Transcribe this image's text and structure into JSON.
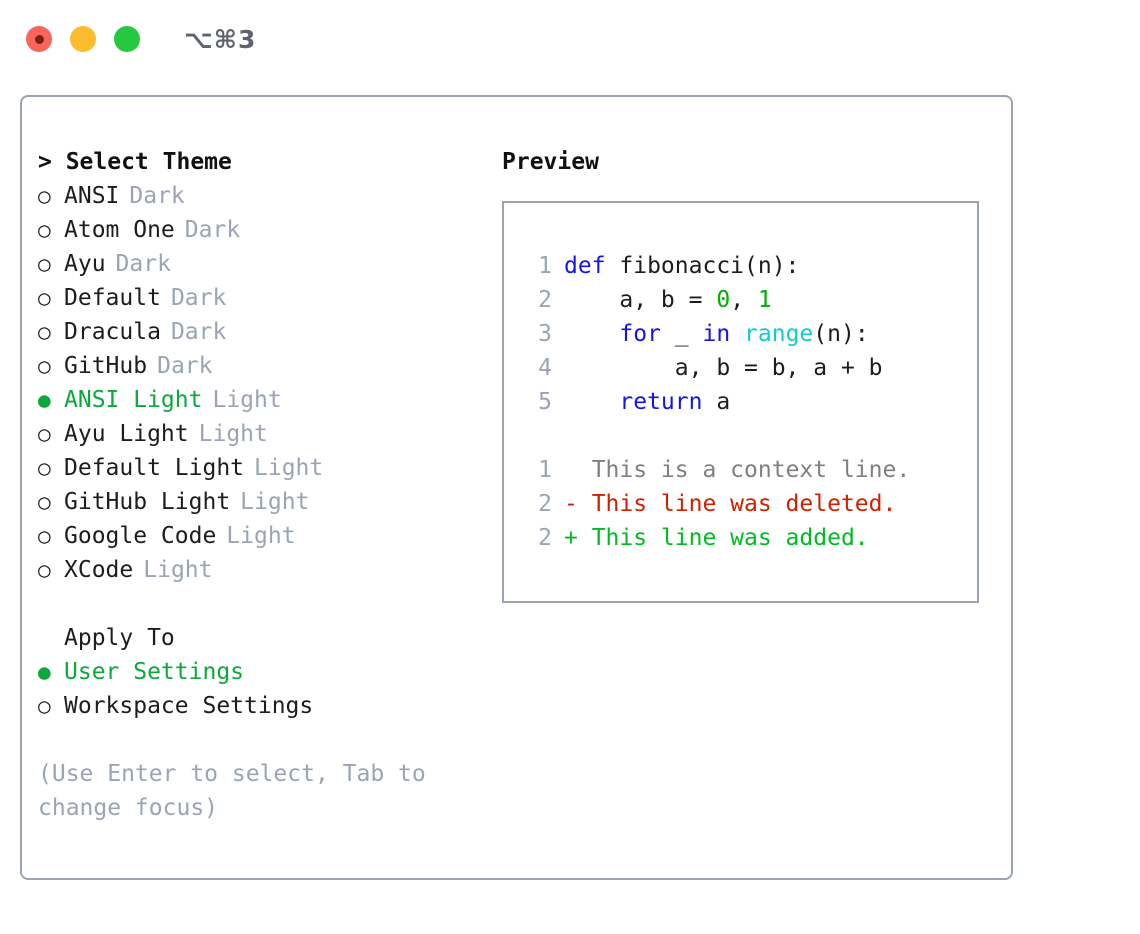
{
  "titlebar": {
    "shortcut": "⌥⌘3",
    "buttons": [
      {
        "name": "close",
        "color": "#f9655b"
      },
      {
        "name": "minimize",
        "color": "#fbbc2e"
      },
      {
        "name": "maximize",
        "color": "#25c840"
      }
    ]
  },
  "theme_panel": {
    "heading": "> Select Theme",
    "items": [
      {
        "marker": "○",
        "name": "ANSI",
        "kind": "Dark",
        "selected": false
      },
      {
        "marker": "○",
        "name": "Atom One",
        "kind": "Dark",
        "selected": false
      },
      {
        "marker": "○",
        "name": "Ayu",
        "kind": "Dark",
        "selected": false
      },
      {
        "marker": "○",
        "name": "Default",
        "kind": "Dark",
        "selected": false
      },
      {
        "marker": "○",
        "name": "Dracula",
        "kind": "Dark",
        "selected": false
      },
      {
        "marker": "○",
        "name": "GitHub",
        "kind": "Dark",
        "selected": false
      },
      {
        "marker": "●",
        "name": "ANSI Light",
        "kind": "Light",
        "selected": true
      },
      {
        "marker": "○",
        "name": "Ayu Light",
        "kind": "Light",
        "selected": false
      },
      {
        "marker": "○",
        "name": "Default Light",
        "kind": "Light",
        "selected": false
      },
      {
        "marker": "○",
        "name": "GitHub Light",
        "kind": "Light",
        "selected": false
      },
      {
        "marker": "○",
        "name": "Google Code",
        "kind": "Light",
        "selected": false
      },
      {
        "marker": "○",
        "name": "XCode",
        "kind": "Light",
        "selected": false
      }
    ]
  },
  "apply_to": {
    "heading": "Apply To",
    "items": [
      {
        "marker": "●",
        "name": "User Settings",
        "selected": true
      },
      {
        "marker": "○",
        "name": "Workspace Settings",
        "selected": false
      }
    ]
  },
  "help_text": "(Use Enter to select, Tab to change focus)",
  "preview": {
    "title": "Preview",
    "code_lines": [
      {
        "num": "1",
        "tokens": [
          {
            "t": "def",
            "c": "kw"
          },
          {
            "t": " fibonacci(n):",
            "c": "plain"
          }
        ]
      },
      {
        "num": "2",
        "tokens": [
          {
            "t": "    a, b = ",
            "c": "plain"
          },
          {
            "t": "0",
            "c": "num"
          },
          {
            "t": ", ",
            "c": "plain"
          },
          {
            "t": "1",
            "c": "num"
          }
        ]
      },
      {
        "num": "3",
        "tokens": [
          {
            "t": "    ",
            "c": "plain"
          },
          {
            "t": "for",
            "c": "kw"
          },
          {
            "t": " _ ",
            "c": "plain"
          },
          {
            "t": "in",
            "c": "kw"
          },
          {
            "t": " ",
            "c": "plain"
          },
          {
            "t": "range",
            "c": "fn"
          },
          {
            "t": "(n):",
            "c": "plain"
          }
        ]
      },
      {
        "num": "4",
        "tokens": [
          {
            "t": "        a, b = b, a + b",
            "c": "plain"
          }
        ]
      },
      {
        "num": "5",
        "tokens": [
          {
            "t": "    ",
            "c": "plain"
          },
          {
            "t": "return",
            "c": "kw"
          },
          {
            "t": " a",
            "c": "plain"
          }
        ]
      }
    ],
    "diff_lines": [
      {
        "num": "1",
        "text": "  This is a context line.",
        "kind": "ctx"
      },
      {
        "num": "2",
        "text": "- This line was deleted.",
        "kind": "del"
      },
      {
        "num": "2",
        "text": "+ This line was added.",
        "kind": "add"
      }
    ]
  },
  "colors": {
    "accent_green": "#0ba83c",
    "muted": "#9aa4b4",
    "border": "#9aa4b4",
    "keyword_blue": "#1414e8",
    "function_cyan": "#11cccc",
    "number_green": "#00b000",
    "diff_added": "#00bb22",
    "diff_deleted": "#cc2200",
    "diff_context": "#808080"
  }
}
